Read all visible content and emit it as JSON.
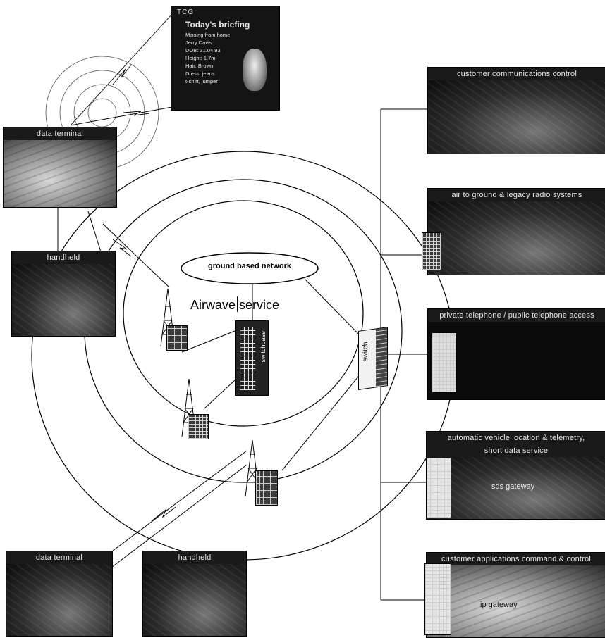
{
  "phone": {
    "topbar": "TCG",
    "briefing_title": "Today's briefing",
    "lines": [
      "Missing from home",
      "Jerry Davis",
      "DOB: 31.04.93",
      "Height: 1.7m",
      "Hair: Brown",
      "Dress: jeans",
      "t-shirt, jumper"
    ]
  },
  "devices": {
    "data_terminal_top": "data terminal",
    "handheld_left": "handheld",
    "data_terminal_bottom": "data terminal",
    "handheld_bottom": "handheld"
  },
  "network": {
    "ground_based_network": "ground based network",
    "airwave_part1": "Airwave",
    "airwave_part2": "service",
    "switchbase_label": "switchbase",
    "switch_label": "switch"
  },
  "services": {
    "customer_comms": "customer communications control",
    "air_to_ground": "air to ground & legacy radio systems",
    "telephone_access": "private telephone / public telephone access",
    "avl_line1": "automatic vehicle location & telemetry,",
    "avl_line2": "short data service",
    "sds_gateway": "sds gateway",
    "customer_apps": "customer applications command & control",
    "ip_gateway": "ip gateway"
  }
}
